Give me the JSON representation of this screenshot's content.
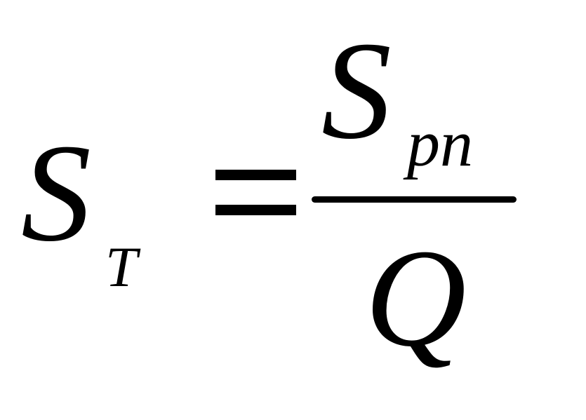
{
  "formula": {
    "lhs": {
      "symbol": "S",
      "subscript": "T"
    },
    "operator": "=",
    "numerator": {
      "symbol": "S",
      "subscript": "pn"
    },
    "denominator": {
      "symbol": "Q"
    }
  }
}
